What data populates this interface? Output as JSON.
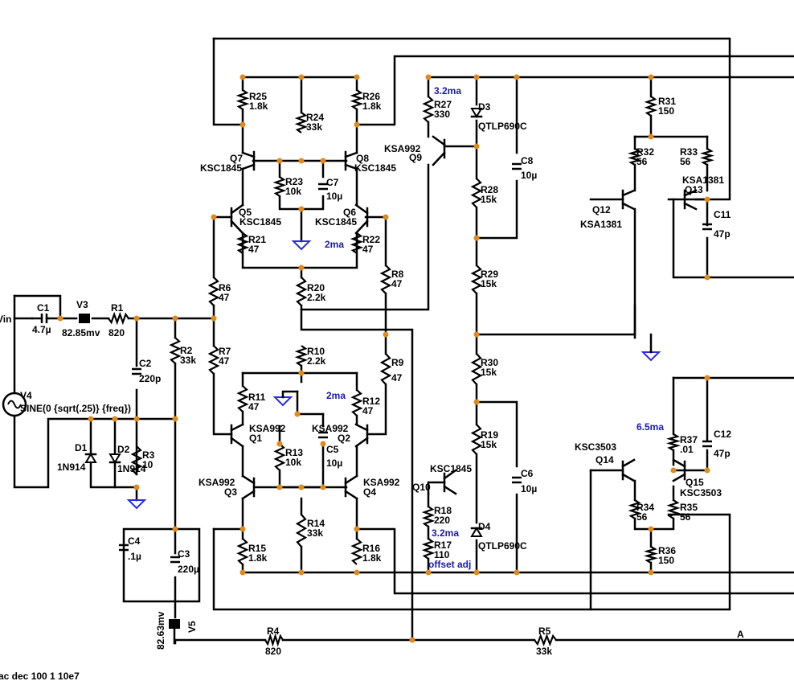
{
  "labels": {
    "vin": "Vin",
    "net_a": "A",
    "sim_command": "ac dec 100 1 10e7",
    "current_top_right": "3.2ma",
    "current_vas": "2ma",
    "current_ltp": "2ma",
    "current_bottom": "3.2ma",
    "current_output": "6.5ma",
    "offset_adj": "offset adj"
  },
  "components": {
    "C1": {
      "name": "C1",
      "value": "4.7µ"
    },
    "V3": {
      "name": "V3",
      "value": "82.85mv"
    },
    "R1": {
      "name": "R1",
      "value": "820"
    },
    "V4": {
      "name": "V4",
      "value": "SINE(0 {sqrt(.25)} {freq})"
    },
    "C2": {
      "name": "C2",
      "value": "220p"
    },
    "R2": {
      "name": "R2",
      "value": "33k"
    },
    "D1": {
      "name": "D1",
      "value": "1N914"
    },
    "D2": {
      "name": "D2",
      "value": "1N914"
    },
    "R3": {
      "name": "R3",
      "value": "10"
    },
    "C4": {
      "name": "C4",
      "value": ".1µ"
    },
    "C3": {
      "name": "C3",
      "value": "220µ"
    },
    "V5": {
      "name": "V5",
      "value": "82.63mv"
    },
    "R4": {
      "name": "R4",
      "value": "820"
    },
    "R5": {
      "name": "R5",
      "value": "33k"
    },
    "R25": {
      "name": "R25",
      "value": "1.8k"
    },
    "R24": {
      "name": "R24",
      "value": "33k"
    },
    "R26": {
      "name": "R26",
      "value": "1.8k"
    },
    "R27": {
      "name": "R27",
      "value": "330"
    },
    "D3": {
      "name": "D3",
      "value": "QTLP690C"
    },
    "Q9": {
      "name": "Q9",
      "type": "KSA992"
    },
    "C8": {
      "name": "C8",
      "value": "10µ"
    },
    "R28": {
      "name": "R28",
      "value": "15k"
    },
    "R29": {
      "name": "R29",
      "value": "15k"
    },
    "R30": {
      "name": "R30",
      "value": "15k"
    },
    "R19": {
      "name": "R19",
      "value": "15k"
    },
    "C6": {
      "name": "C6",
      "value": "10µ"
    },
    "Q7": {
      "name": "Q7",
      "type": "KSC1845"
    },
    "Q8": {
      "name": "Q8",
      "type": "KSC1845"
    },
    "R23": {
      "name": "R23",
      "value": "10k"
    },
    "C7": {
      "name": "C7",
      "value": "10µ"
    },
    "Q5": {
      "name": "Q5",
      "type": "KSC1845"
    },
    "Q6": {
      "name": "Q6",
      "type": "KSC1845"
    },
    "R21": {
      "name": "R21",
      "value": "47"
    },
    "R22": {
      "name": "R22",
      "value": "47"
    },
    "R8": {
      "name": "R8",
      "value": "47"
    },
    "R6": {
      "name": "R6",
      "value": "47"
    },
    "R20": {
      "name": "R20",
      "value": "2.2k"
    },
    "R10": {
      "name": "R10",
      "value": "2.2k"
    },
    "R7": {
      "name": "R7",
      "value": "47"
    },
    "R9": {
      "name": "R9",
      "value": "47"
    },
    "R11": {
      "name": "R11",
      "value": "47"
    },
    "R12": {
      "name": "R12",
      "value": "47"
    },
    "Q1": {
      "name": "Q1",
      "type": "KSA992"
    },
    "Q2": {
      "name": "Q2",
      "type": "KSA992"
    },
    "R13": {
      "name": "R13",
      "value": "10k"
    },
    "C5": {
      "name": "C5",
      "value": "10µ"
    },
    "Q3": {
      "name": "Q3",
      "type": "KSA992"
    },
    "Q4": {
      "name": "Q4",
      "type": "KSA992"
    },
    "R14": {
      "name": "R14",
      "value": "33k"
    },
    "R15": {
      "name": "R15",
      "value": "1.8k"
    },
    "R16": {
      "name": "R16",
      "value": "1.8k"
    },
    "Q10": {
      "name": "Q10",
      "type": "KSC1845"
    },
    "R18": {
      "name": "R18",
      "value": "220"
    },
    "R17": {
      "name": "R17",
      "value": "110"
    },
    "D4": {
      "name": "D4",
      "value": "QTLP690C"
    },
    "R31": {
      "name": "R31",
      "value": "150"
    },
    "R32": {
      "name": "R32",
      "value": "56"
    },
    "R33": {
      "name": "R33",
      "value": "56"
    },
    "Q13": {
      "name": "Q13",
      "type": "KSA1381"
    },
    "Q12": {
      "name": "Q12",
      "type": "KSA1381"
    },
    "C11": {
      "name": "C11",
      "value": "47p"
    },
    "R37": {
      "name": "R37",
      "value": ".01"
    },
    "C12": {
      "name": "C12",
      "value": "47p"
    },
    "Q14": {
      "name": "Q14",
      "type": "KSC3503"
    },
    "Q15": {
      "name": "Q15",
      "type": "KSC3503"
    },
    "R34": {
      "name": "R34",
      "value": "56"
    },
    "R35": {
      "name": "R35",
      "value": "56"
    },
    "R36": {
      "name": "R36",
      "value": "150"
    }
  }
}
